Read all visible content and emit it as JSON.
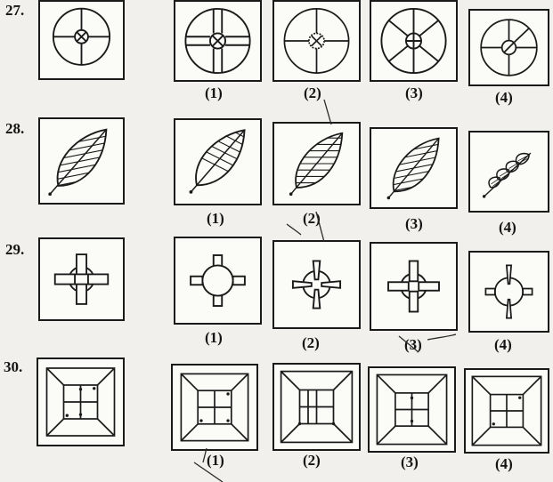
{
  "questions": [
    {
      "number": "27.",
      "options": [
        "(1)",
        "(2)",
        "(3)",
        "(4)"
      ],
      "figure": "circle-cross-target-icon"
    },
    {
      "number": "28.",
      "options": [
        "(1)",
        "(2)",
        "(3)",
        "(4)"
      ],
      "figure": "hatched-leaf-icon"
    },
    {
      "number": "29.",
      "options": [
        "(1)",
        "(2)",
        "(3)",
        "(4)"
      ],
      "figure": "circle-with-tabs-icon"
    },
    {
      "number": "30.",
      "options": [
        "(1)",
        "(2)",
        "(3)",
        "(4)"
      ],
      "figure": "nested-square-window-icon"
    }
  ],
  "colors": {
    "paper": "#f1f0ec",
    "ink": "#1a1a1a"
  }
}
